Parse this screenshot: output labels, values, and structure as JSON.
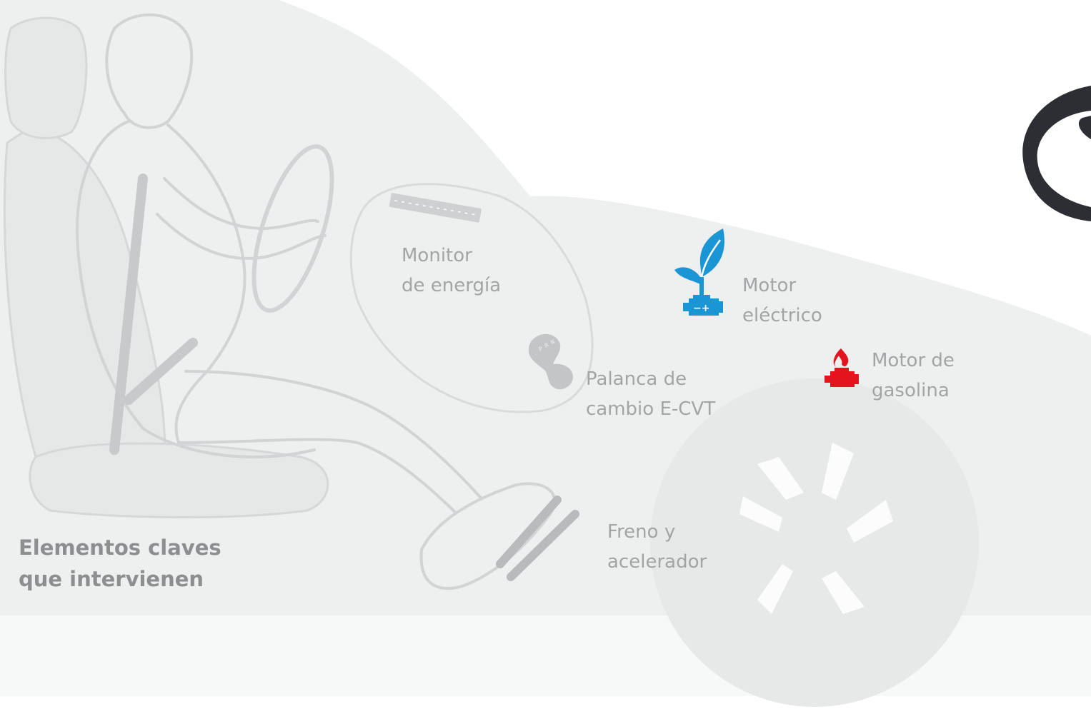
{
  "diagram": {
    "title": [
      "Elementos claves",
      "que intervienen"
    ],
    "labels": {
      "energy_monitor": [
        "Monitor",
        "de energía"
      ],
      "electric_motor": [
        "Motor",
        "eléctrico"
      ],
      "gas_engine": [
        "Motor de",
        "gasolina"
      ],
      "gear_lever": [
        "Palanca de",
        "cambio E-CVT"
      ],
      "pedals": [
        "Freno y",
        "acelerador"
      ]
    },
    "icons": {
      "electric_motor": "leaf-engine-icon",
      "gas_engine": "flame-engine-icon",
      "gear_lever": "gear-shift-knob-icon",
      "logo": "brand-logo-icon"
    },
    "colors": {
      "car_body": "#eeefef",
      "line_art": "#d2d3d4",
      "label_text": "#a3a4a6",
      "title_text": "#8d8e90",
      "electric_blue": "#1a96d4",
      "gas_red": "#e3141d",
      "logo_dark": "#2d2e33"
    }
  }
}
